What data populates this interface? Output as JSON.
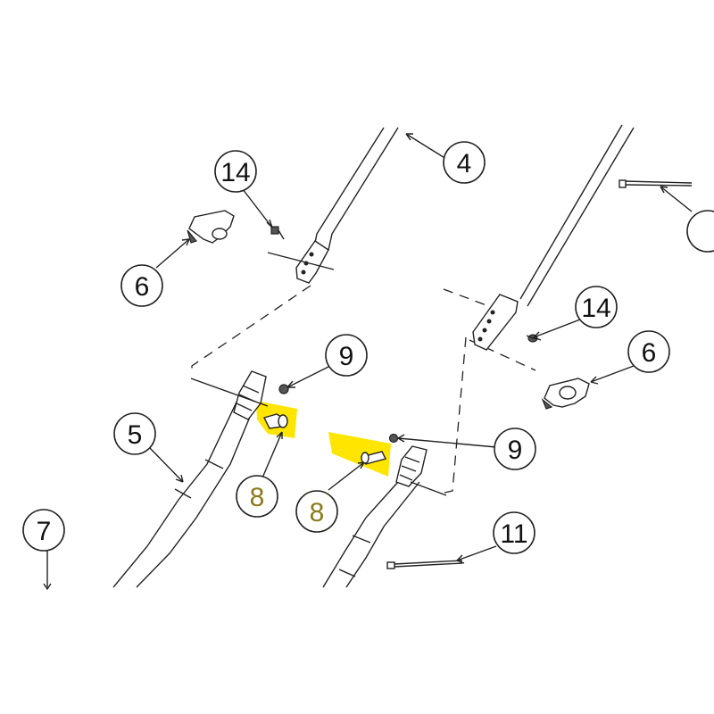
{
  "callouts": {
    "c4": "4",
    "c14a": "14",
    "c6a": "6",
    "c14b": "14",
    "c6b": "6",
    "c9a": "9",
    "c9b": "9",
    "c5": "5",
    "c8a": "8",
    "c8b": "8",
    "c7": "7",
    "c11": "11"
  },
  "colors": {
    "highlight": "#ffe500",
    "highlight_text": "#8a7a1a",
    "line": "#222222"
  }
}
